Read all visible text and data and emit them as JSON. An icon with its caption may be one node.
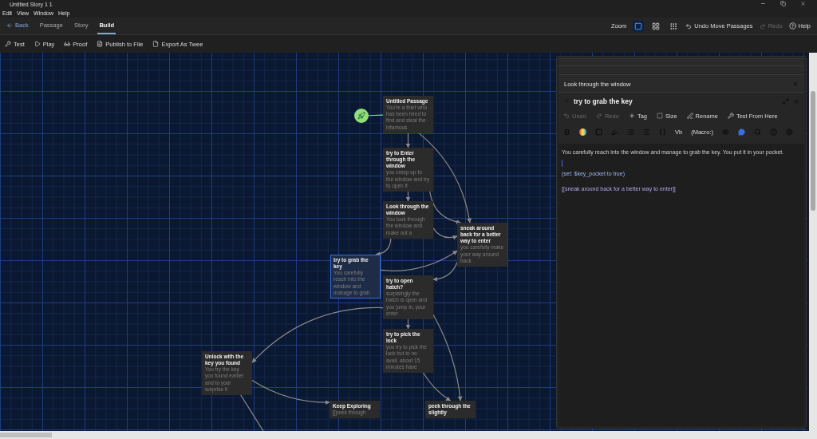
{
  "diagram": {
    "nodes": [
      {
        "text": [],
        "shape": "circle"
      },
      {
        "text": [
          "Untitled Passage",
          "You're a thief who has been hired to find and steal the infamous"
        ]
      },
      {
        "text": [
          "try to Enter through the window",
          "you creep up to the window and try to open it"
        ]
      },
      {
        "text": [
          "Look through the window",
          "You look through the window and make out a"
        ]
      },
      {
        "text": [
          "sneak around back for a better way to enter",
          "you carefully make your way around back"
        ]
      },
      {
        "text": [
          "try to grab the key",
          "You carefully reach into the window and manage to grab"
        ]
      },
      {
        "text": [
          "try to open hatch?",
          "surpisingly the hatch is open and you jump in, your enter"
        ]
      },
      {
        "text": [
          "try to pick the lock",
          "you try to pick the lock but to no avail. about 15 minutes have"
        ]
      },
      {
        "text": [
          "Unlock with the key you found",
          "You try the key you found earlier and to your surprise it"
        ]
      },
      {
        "text": [
          "Keep Exploring",
          "[[peek through"
        ]
      },
      {
        "text": [
          "peek through the slightly"
        ]
      }
    ],
    "edges": [
      {
        "from": 0,
        "to": 1,
        "arrow": "none",
        "color": "#86e07e"
      },
      {
        "from": 1,
        "to": 2,
        "arrow": "to"
      },
      {
        "from": 1,
        "to": 4,
        "arrow": "to"
      },
      {
        "from": 2,
        "to": 3,
        "arrow": "to"
      },
      {
        "from": 2,
        "to": 4,
        "arrow": "to"
      },
      {
        "from": 3,
        "to": 4,
        "arrow": "to"
      },
      {
        "from": 3,
        "to": 5,
        "arrow": "to"
      },
      {
        "from": 5,
        "to": 4,
        "arrow": "to"
      },
      {
        "from": 4,
        "to": 6,
        "arrow": "to"
      },
      {
        "from": 6,
        "to": 7,
        "arrow": "to"
      },
      {
        "from": 6,
        "to": 8,
        "arrow": "to"
      },
      {
        "from": 6,
        "to": 10,
        "arrow": "to"
      },
      {
        "from": 7,
        "to": 10,
        "arrow": "to"
      },
      {
        "from": 8,
        "to": 9,
        "arrow": "to"
      },
      {
        "from": 8,
        "to": null,
        "arrow": "none"
      }
    ],
    "labels": [
      "Untitled Story 1 1",
      "Edit",
      "View",
      "Window",
      "Help",
      "Back",
      "Passage",
      "Story",
      "Build",
      "Zoom",
      "Undo Move Passages",
      "Redo",
      "Help",
      "Test",
      "Play",
      "Proof",
      "Publish to File",
      "Export As Twee",
      "Look through the window",
      "try to grab the key",
      "Undo",
      "Redo",
      "Tag",
      "Size",
      "Rename",
      "Test From Here",
      "Vb",
      "(Macro:)",
      "You carefully reach into the window and manage to grab the key. You put it in your pocket.",
      "(set: $key_pocket to true)",
      "[[sneak around back for a better way to enter]]"
    ]
  }
}
